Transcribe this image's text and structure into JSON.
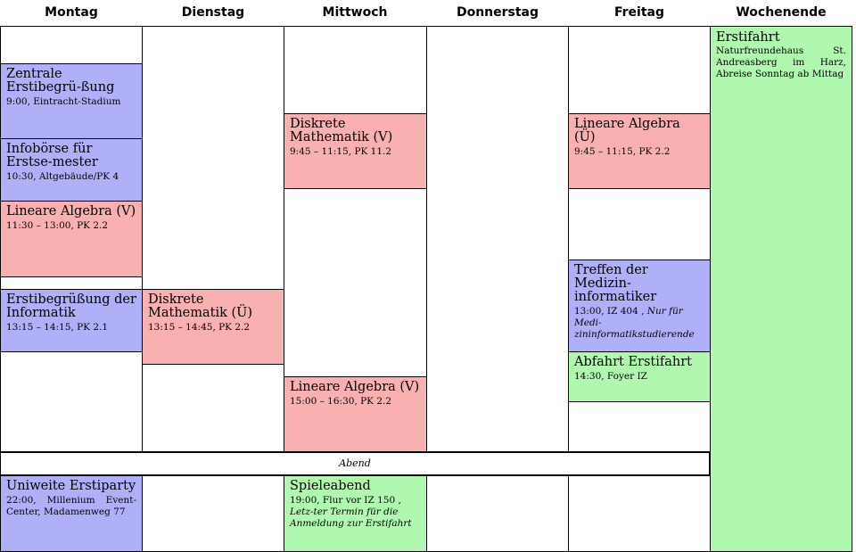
{
  "days": [
    "Montag",
    "Dienstag",
    "Mittwoch",
    "Donnerstag",
    "Freitag",
    "Wochenende"
  ],
  "evening_label": "Abend",
  "events": {
    "mo_begruessung": {
      "title": "Zentrale Erstibegrü-ßung",
      "detail": "9:00, Eintracht-Stadium"
    },
    "mo_infoboerse": {
      "title": "Infobörse für Erstse-mester",
      "detail": "10:30, Altgebäude/PK 4"
    },
    "mo_la": {
      "title": "Lineare Algebra (V)",
      "detail": "11:30 – 13:00, PK 2.2"
    },
    "mo_informatik": {
      "title": "Erstibegrüßung der Informatik",
      "detail": "13:15 – 14:15, PK 2.1"
    },
    "di_dm": {
      "title": "Diskrete Mathematik (Ü)",
      "detail": "13:15 – 14:45, PK 2.2"
    },
    "mi_dm": {
      "title": "Diskrete Mathematik (V)",
      "detail": "9:45 – 11:15, PK 11.2"
    },
    "mi_la": {
      "title": "Lineare Algebra (V)",
      "detail": "15:00 – 16:30, PK 2.2"
    },
    "fr_la": {
      "title": "Lineare Algebra (Ü)",
      "detail": "9:45 – 11:15, PK 2.2"
    },
    "fr_medizin": {
      "title": "Treffen der Medizin-informatiker",
      "detail": "13:00, IZ 404 ,",
      "note": "Nur für Medi-zininformatikstudierende"
    },
    "fr_abfahrt": {
      "title": "Abfahrt Erstifahrt",
      "detail": "14:30, Foyer IZ"
    },
    "we_erstifahrt": {
      "title": "Erstifahrt",
      "detail": "Naturfreundehaus St. Andreasberg im Harz, Abreise Sonntag ab Mittag"
    },
    "mo_party": {
      "title": "Uniweite Erstiparty",
      "detail": "22:00, Millenium Event-Center, Madamenweg 77"
    },
    "mi_spieleabend": {
      "title": "Spieleabend",
      "detail": "19:00, Flur vor IZ 150 ,",
      "note": "Letz-ter Termin für die Anmeldung zur Erstifahrt"
    }
  },
  "colors": {
    "blue": "#b0b0f8",
    "red": "#f8b0b0",
    "green": "#b0f8b0"
  }
}
